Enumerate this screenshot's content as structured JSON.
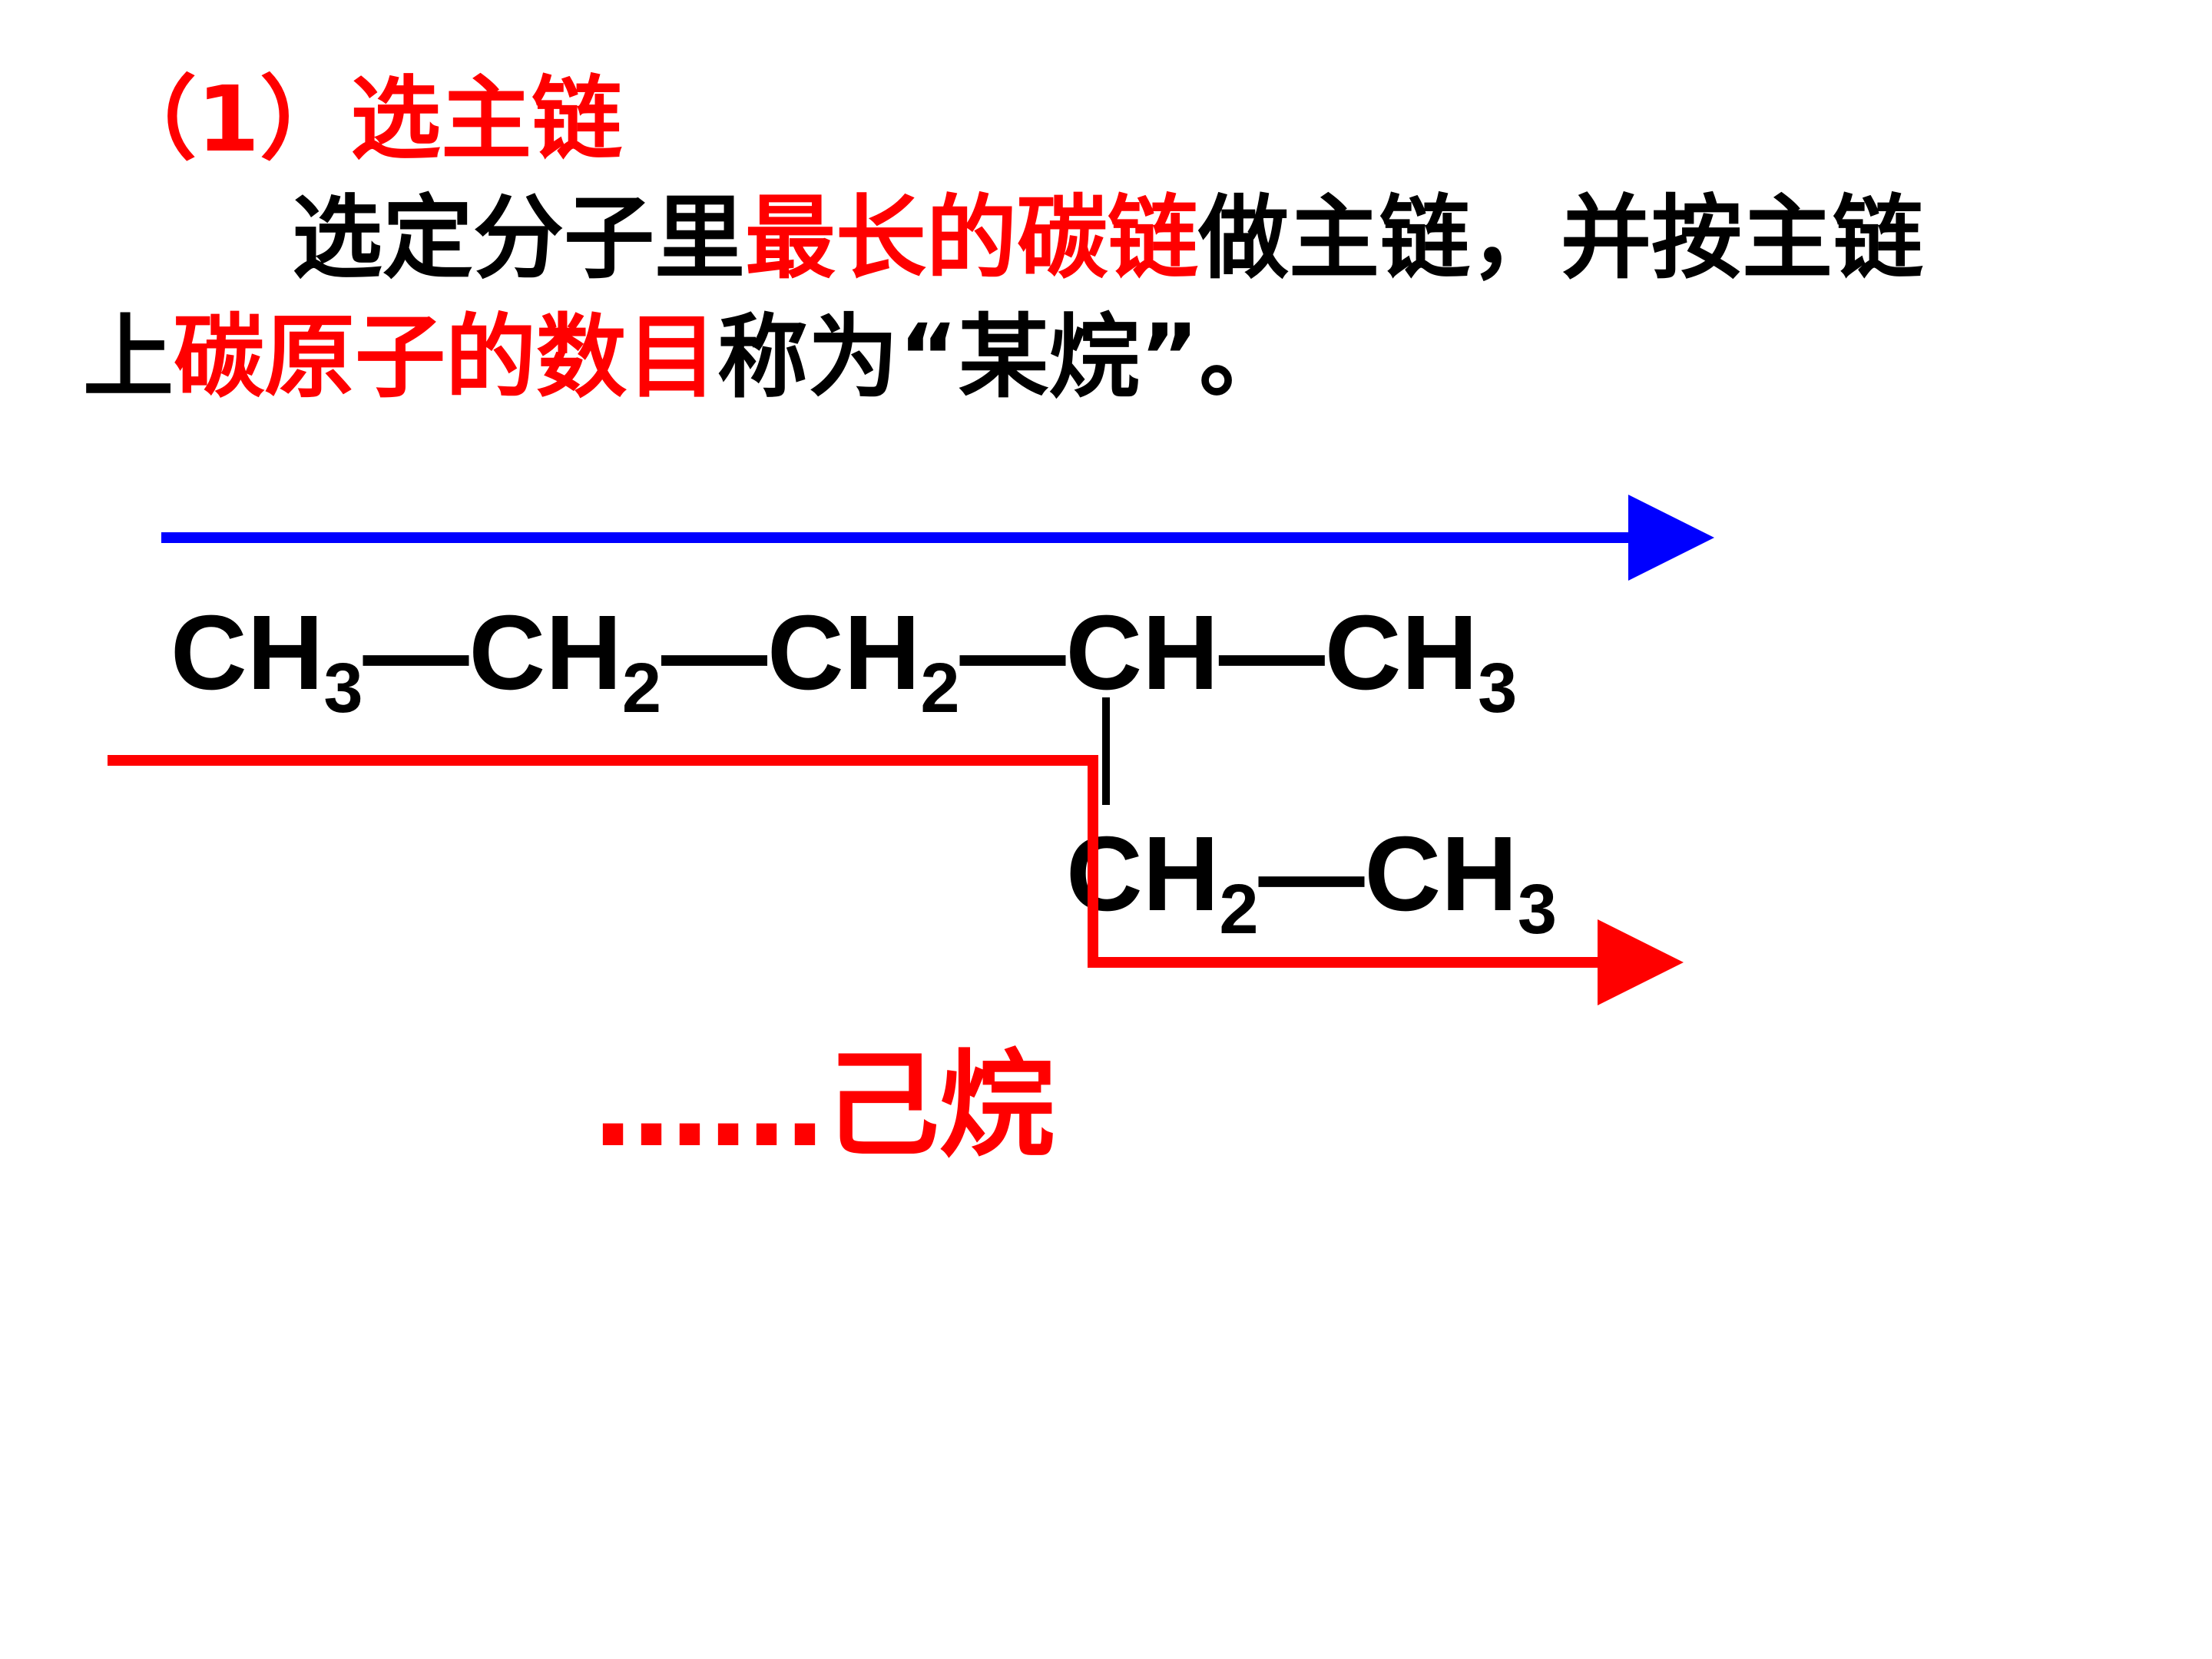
{
  "heading": "（1）选主链",
  "paragraph": {
    "l1_a": "选定分子里",
    "l1_b": "最长的碳链",
    "l1_c": "做主链，并按主链",
    "l2_a": "上",
    "l2_b": "碳原子的数目",
    "l2_c": "称为“某烷”。"
  },
  "formula": {
    "main": [
      {
        "el": "CH",
        "sub": "3"
      },
      {
        "el": "—CH",
        "sub": "2"
      },
      {
        "el": "—CH",
        "sub": "2"
      },
      {
        "el": "—CH",
        "sub": ""
      },
      {
        "el": "—CH",
        "sub": "3"
      }
    ],
    "branch": [
      {
        "el": "CH",
        "sub": "2"
      },
      {
        "el": "—CH",
        "sub": "3"
      }
    ]
  },
  "result": "……己烷",
  "colors": {
    "emphasis": "#ff0000",
    "blue_arrow": "#0000ff",
    "red_path": "#ff0000",
    "text": "#000000"
  }
}
